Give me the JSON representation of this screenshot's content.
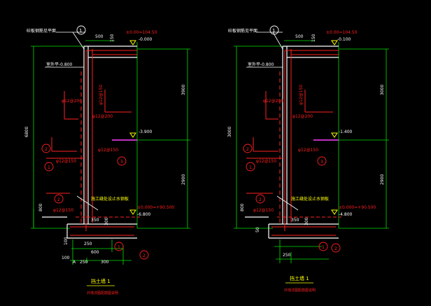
{
  "colors": {
    "background": "#000000",
    "structure": "#ffffff",
    "rebar": "#ff2020",
    "dimension": "#00e000",
    "accent": "#ffff00",
    "callout": "#ff40ff"
  },
  "left": {
    "top_label": "砼板钢筋见平面",
    "detail_no": "1",
    "dim_500": "500",
    "dim_150": "150",
    "elev_top_1": "±0.00=104.50",
    "elev_top_2": "-0.000",
    "floor_label": "室外平-0.800",
    "elev_mid": "-3.900",
    "elev_bot_1": "±0.000=+90.500",
    "elev_bot_2": "-6.800",
    "rebar_1": "φ12@200",
    "rebar_2": "φ12@200",
    "rebar_3": "φ12@150",
    "rebar_4": "φ12@150",
    "rebar_5": "φ12@150",
    "rebar_6": "φ12@150",
    "waterproof_note": "施工缝处设止水钢板",
    "dim_total": "6800",
    "dim_upper": "3900",
    "dim_lower": "2900",
    "dim_base": "800",
    "dim_350": "350",
    "dim_300": "300",
    "dim_100": "100",
    "dim_250": "250",
    "dim_600": "600",
    "dim_sum_250": "250",
    "dim_sum_300": "300",
    "dim_sum_100": "100",
    "axis_a": "A",
    "balloon_1": "1",
    "balloon_2": "2",
    "balloon_3": "3",
    "balloon_4": "2",
    "balloon_5": "1",
    "balloon_6": "2",
    "title": "挡土墙 1",
    "subtitle": "外墙详图配筋图说明"
  },
  "right": {
    "top_label": "砼板钢筋见平面",
    "detail_no": "1",
    "dim_500": "500",
    "dim_150": "150",
    "elev_top_1": "±0.00=104.50",
    "elev_top_2": "-0.100",
    "floor_label": "室外平-0.800",
    "elev_mid": "-1.400",
    "elev_bot_1": "±0.000=+90.500",
    "elev_bot_2": "-4.800",
    "rebar_1": "φ12@200",
    "rebar_2": "φ12@200",
    "rebar_3": "φ12@150",
    "rebar_4": "φ12@150",
    "rebar_5": "φ12@150",
    "rebar_6": "φ12@150",
    "waterproof_note": "施工缝处设止水钢板",
    "dim_total": "3000",
    "dim_upper": "3000",
    "dim_lower": "2900",
    "dim_base": "800",
    "dim_350": "350",
    "dim_300": "300",
    "dim_50": "50",
    "dim_250": "250",
    "balloon_1": "1",
    "balloon_2": "2",
    "balloon_3": "3",
    "balloon_4": "2",
    "balloon_5": "1",
    "balloon_6": "2",
    "title": "挡土墙 1",
    "subtitle": "外墙详图配筋图说明"
  }
}
